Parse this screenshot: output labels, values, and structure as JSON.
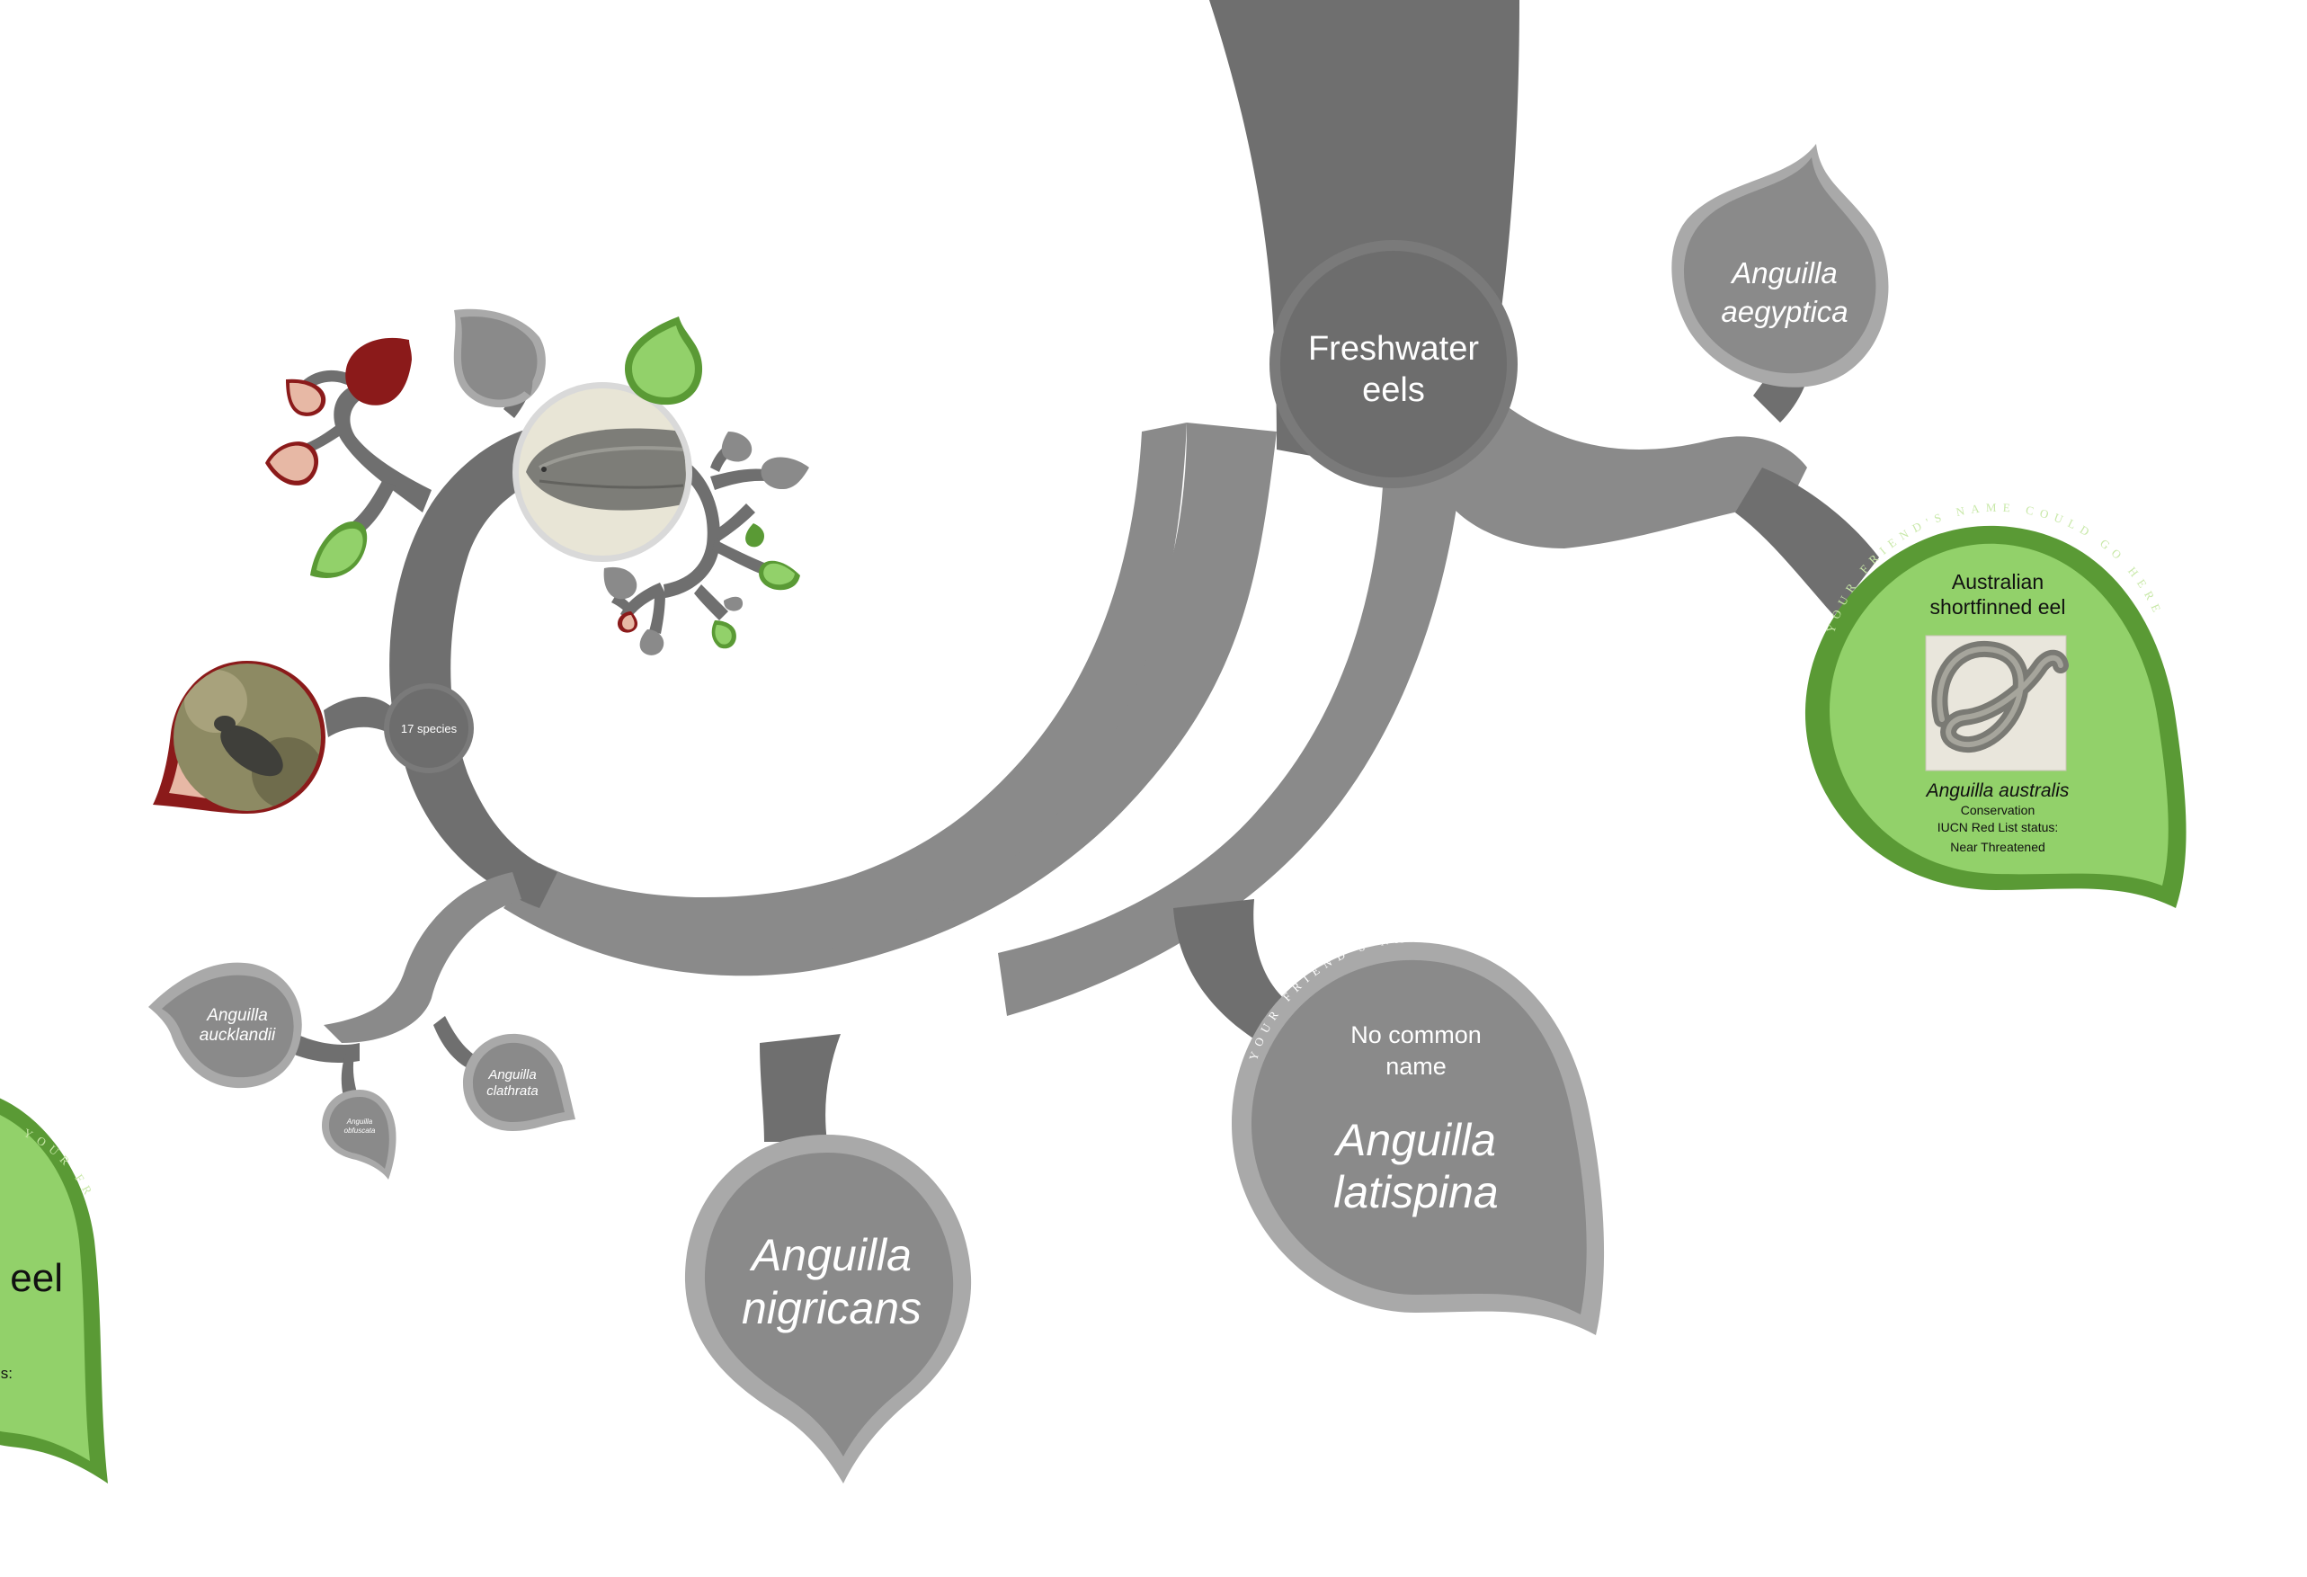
{
  "clade": {
    "label_line1": "Freshwater",
    "label_line2": "eels"
  },
  "subclade": {
    "count_label": "17 species"
  },
  "ring_text": "YOUR FRIEND'S NAME COULD GO HERE",
  "species": {
    "aegyptica": {
      "line1": "Anguilla",
      "line2": "aegyptica"
    },
    "australis": {
      "common_line1": "Australian",
      "common_line2": "shortfinned eel",
      "latin": "Anguilla australis",
      "conservation": "Conservation",
      "iucn": "IUCN Red List status:",
      "status": "Near Threatened"
    },
    "latispina": {
      "common_line1": "No common",
      "common_line2": "name",
      "latin_line1": "Anguilla",
      "latin_line2": "latispina"
    },
    "nigricans": {
      "line1": "Anguilla",
      "line2": "nigricans"
    },
    "aucklandii": {
      "line1": "Anguilla",
      "line2": "aucklandii"
    },
    "clathrata": {
      "line1": "Anguilla",
      "line2": "clathrata"
    },
    "obfuscata": {
      "line1": "Anguilla",
      "line2": "obfuscata"
    }
  },
  "partial_leaf": {
    "name_fragment": "eel",
    "status_fragment": "s:"
  },
  "colors": {
    "branch_dark": "#6d6d6d",
    "branch_light": "#8a8a8a",
    "leaf_grey": "#8a8a8a",
    "leaf_green": "#92d16a",
    "leaf_green_border": "#5a9a35",
    "leaf_red": "#8b1a1a",
    "leaf_pink": "#e7b8a5"
  }
}
